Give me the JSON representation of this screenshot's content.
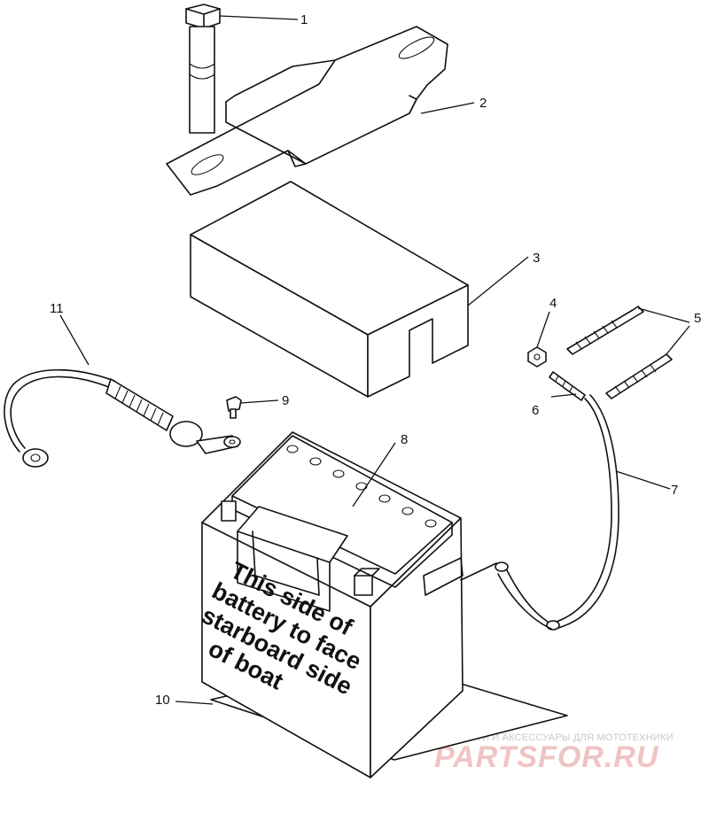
{
  "callouts": [
    {
      "id": "1",
      "text": "1",
      "part": "bolt"
    },
    {
      "id": "2",
      "text": "2",
      "part": "hold-down bracket"
    },
    {
      "id": "3",
      "text": "3",
      "part": "battery cover"
    },
    {
      "id": "4",
      "text": "4",
      "part": "nut"
    },
    {
      "id": "5",
      "text": "5",
      "part": "screws"
    },
    {
      "id": "6",
      "text": "6",
      "part": "terminal"
    },
    {
      "id": "7",
      "text": "7",
      "part": "cable"
    },
    {
      "id": "8",
      "text": "8",
      "part": "battery"
    },
    {
      "id": "9",
      "text": "9",
      "part": "terminal bolt"
    },
    {
      "id": "10",
      "text": "10",
      "part": "pad"
    },
    {
      "id": "11",
      "text": "11",
      "part": "cable"
    }
  ],
  "battery_label": {
    "lines": [
      "This side of",
      "battery to face",
      "starboard side",
      "of boat"
    ]
  },
  "watermark": {
    "tagline": "ЗАПЧАСТИ И АКСЕССУАРЫ ДЛЯ МОТОТЕХНИКИ",
    "brand": "PARTSFOR.RU",
    "color": "#e8a0a0"
  }
}
